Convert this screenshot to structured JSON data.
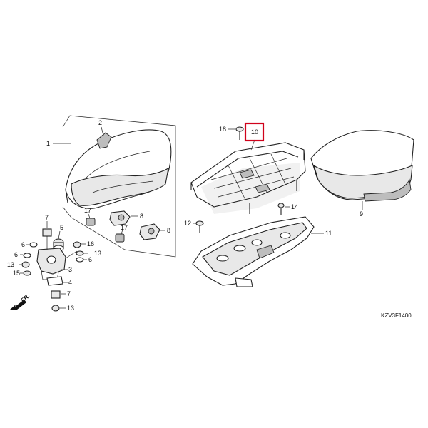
{
  "diagram": {
    "code": "KZV3F1400",
    "front_label": "FR.",
    "highlight_color": "#d0021b",
    "labels": {
      "p1": "1",
      "p2": "2",
      "p3": "3",
      "p4": "4",
      "p5": "5",
      "p6a": "6",
      "p6b": "6",
      "p7a": "7",
      "p7b": "7",
      "p8a": "8",
      "p8b": "8",
      "p9": "9",
      "p10": "10",
      "p11": "11",
      "p12": "12",
      "p13a": "13",
      "p13b": "13",
      "p13c": "13",
      "p14": "14",
      "p15": "15",
      "p16": "16",
      "p17a": "17",
      "p17b": "17",
      "p18": "18"
    }
  }
}
